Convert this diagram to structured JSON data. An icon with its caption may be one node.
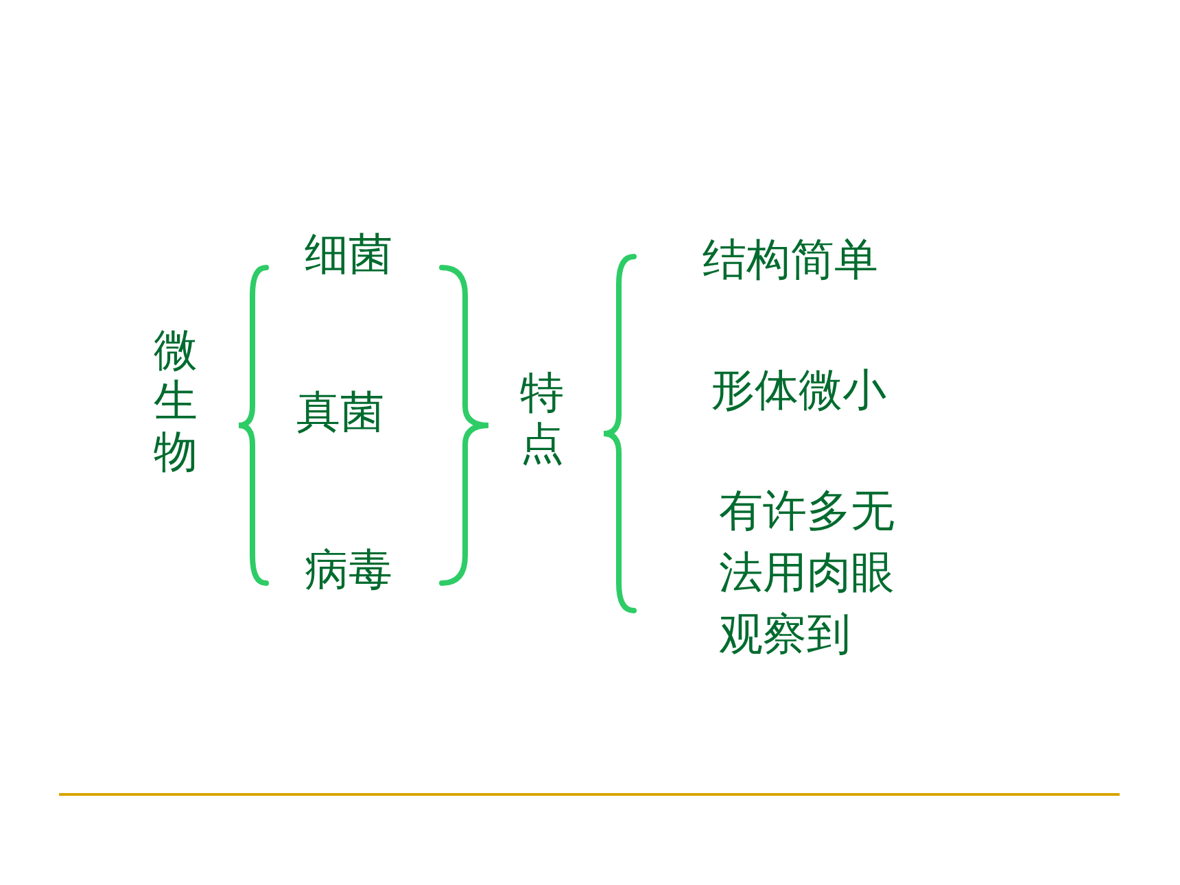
{
  "diagram": {
    "labels": [
      "微生物",
      "细菌",
      "真菌",
      "病毒",
      "特点",
      "结构简单",
      "形体微小",
      "有许多无法用肉眼观察到"
    ]
  }
}
